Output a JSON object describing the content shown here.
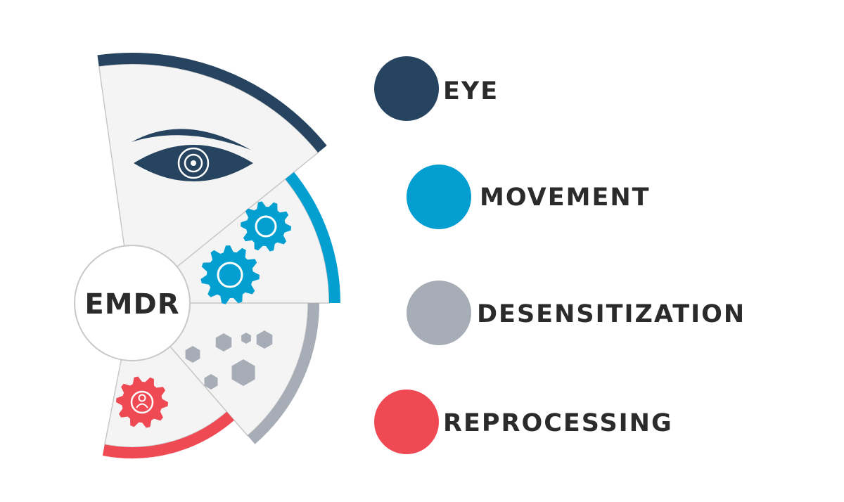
{
  "center_label": "EMDR",
  "colors": {
    "eye": "#26435f",
    "movement": "#039fd1",
    "desensitization": "#a7adb6",
    "reprocessing": "#ef4a54",
    "segment_fill": "#f4f4f4",
    "segment_stroke": "#c8c8c8",
    "text": "#2b2b2b"
  },
  "legend": [
    {
      "key": "eye",
      "label": "EYE",
      "color": "#26435f"
    },
    {
      "key": "movement",
      "label": "MOVEMENT",
      "color": "#039fd1"
    },
    {
      "key": "desensitization",
      "label": "DESENSITIZATION",
      "color": "#a7adb6"
    },
    {
      "key": "reprocessing",
      "label": "REPROCESSING",
      "color": "#ef4a54"
    }
  ],
  "icons": {
    "eye": "eye-icon",
    "movement": "gears-icon",
    "desensitization": "hexagons-icon",
    "reprocessing": "person-gear-icon"
  }
}
